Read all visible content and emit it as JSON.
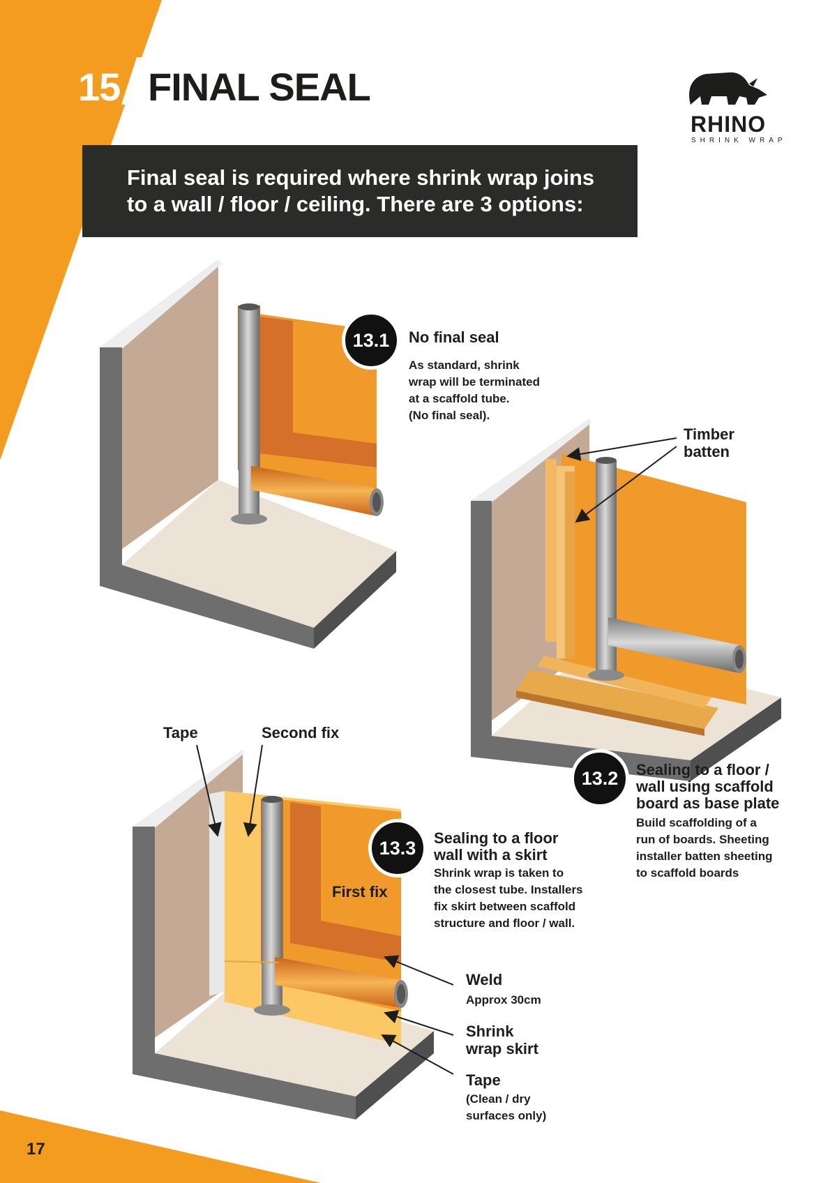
{
  "header": {
    "section_number": "15",
    "title": "FINAL SEAL"
  },
  "logo": {
    "word": "RHINO",
    "tagline": "SHRINK WRAP"
  },
  "intro": {
    "line1": "Final seal is required where shrink wrap joins",
    "line2": "to a wall / floor / ceiling. There are 3 options:"
  },
  "option1": {
    "badge": "13.1",
    "heading": "No final seal",
    "lines": [
      "As standard, shrink",
      "wrap will be terminated",
      "at a scaffold tube.",
      "(No final seal)."
    ]
  },
  "option2": {
    "badge": "13.2",
    "heading_lines": [
      "Sealing to a floor /",
      "wall using scaffold",
      "board as base plate"
    ],
    "lines": [
      "Build scaffolding of a",
      "run of boards. Sheeting",
      "installer batten sheeting",
      "to scaffold boards"
    ],
    "callout_lines": [
      "Timber",
      "batten"
    ]
  },
  "option3": {
    "badge": "13.3",
    "heading_lines": [
      "Sealing to a floor",
      "wall with a skirt"
    ],
    "lines": [
      "Shrink wrap is taken to",
      "the closest tube. Installers",
      "fix skirt between scaffold",
      "structure and floor / wall."
    ],
    "labels": {
      "tape_top": "Tape",
      "second_fix": "Second fix",
      "first_fix": "First fix",
      "weld": "Weld",
      "weld_note": "Approx 30cm",
      "skirt_lines": [
        "Shrink",
        "wrap skirt"
      ],
      "tape_bottom": "Tape",
      "tape_note_lines": [
        "(Clean / dry",
        "surfaces only)"
      ]
    }
  },
  "footer": {
    "page_number": "17"
  },
  "colors": {
    "accent_orange": "#f39c1f",
    "wrap_orange": "#ef9a2a",
    "wrap_dark": "#d4702a",
    "skirt_yellow": "#fbc865",
    "wall_face": "#c4aa94",
    "wall_side": "#6e6e6e",
    "floor": "#ece2d6",
    "dark_panel": "#2b2b2a"
  }
}
